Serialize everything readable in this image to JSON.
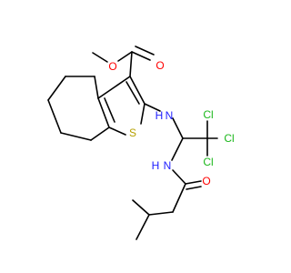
{
  "colors": {
    "bond": "#000000",
    "carbon": "#000000",
    "oxygen": "#ff0000",
    "nitrogen": "#2020ff",
    "sulfur": "#b5a000",
    "chlorine": "#1db81d"
  },
  "atoms": {
    "o_carbonyl_ester": "O",
    "o_ether": "O",
    "n_amine": "N",
    "h_amine": "H",
    "s_thiophene": "S",
    "cl_1": "Cl",
    "cl_2": "Cl",
    "cl_3": "Cl",
    "h_amide": "H",
    "n_amide": "N",
    "o_amide": "O"
  }
}
